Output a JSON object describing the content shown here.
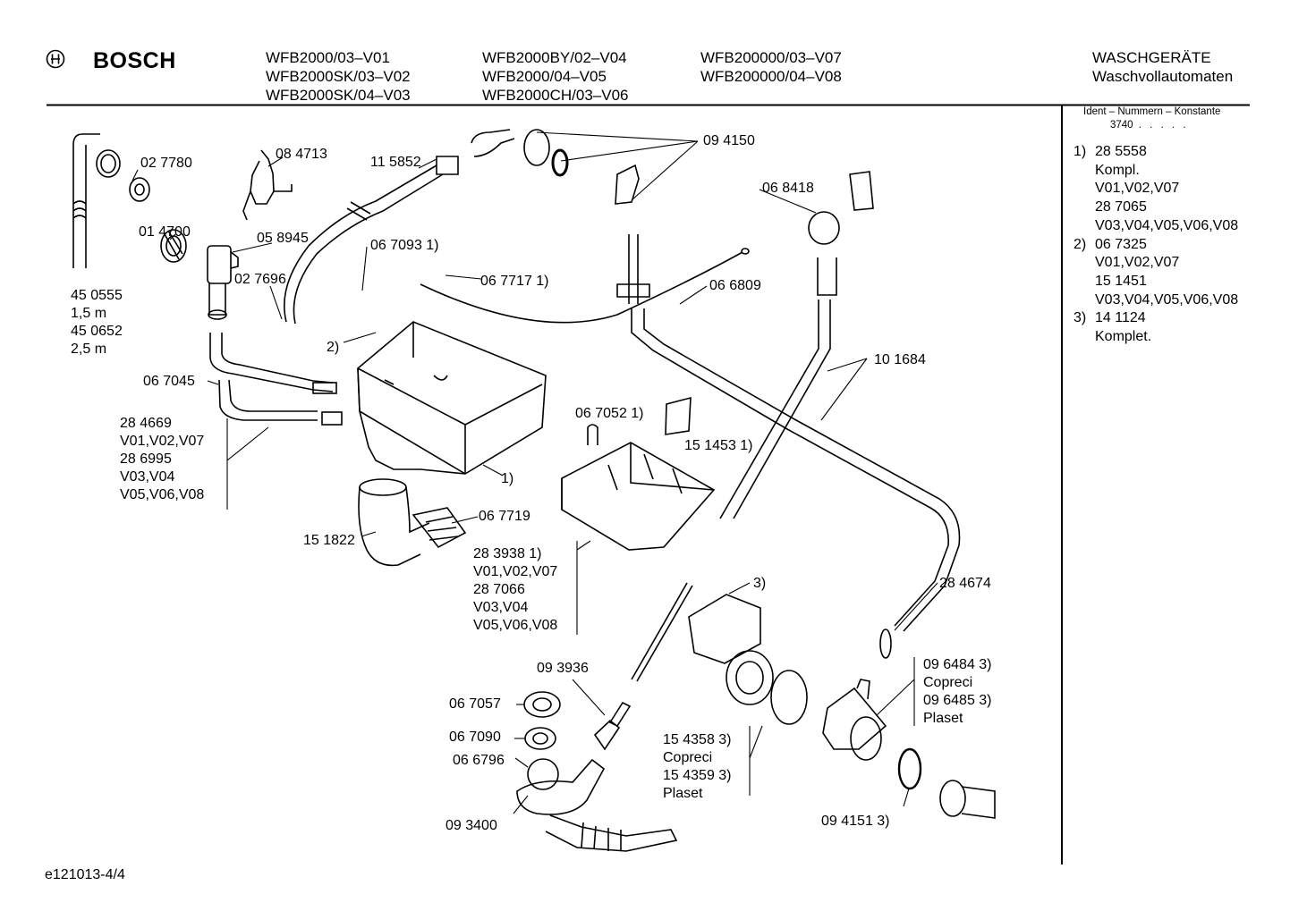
{
  "header": {
    "brand": "BOSCH",
    "models_col1": [
      "WFB2000/03–V01",
      "WFB2000SK/03–V02",
      "WFB2000SK/04–V03"
    ],
    "models_col2": [
      "WFB2000BY/02–V04",
      "WFB2000/04–V05",
      "WFB2000CH/03–V06"
    ],
    "models_col3": [
      "WFB200000/03–V07",
      "WFB200000/04–V08"
    ],
    "category": "WASCHGERÄTE",
    "subcategory": "Waschvollautomaten"
  },
  "sidebar": {
    "title": "Ident – Nummern – Konstante",
    "constant": "3740",
    "notes": [
      {
        "num": "1)",
        "lines": [
          "28 5558",
          "Kompl.",
          "V01,V02,V07",
          "28 7065",
          "V03,V04,V05,V06,V08"
        ]
      },
      {
        "num": "2)",
        "lines": [
          "06 7325",
          "V01,V02,V07",
          "15 1451",
          "V03,V04,V05,V06,V08"
        ]
      },
      {
        "num": "3)",
        "lines": [
          "14 1124",
          "Komplet."
        ]
      }
    ]
  },
  "labels": {
    "p027780": "02 7780",
    "p084713": "08 4713",
    "p115852": "11 5852",
    "p094150": "09 4150",
    "p068418": "06 8418",
    "p014700": "01 4700",
    "p058945": "05 8945",
    "p067093": "06 7093 1)",
    "p027696": "02 7696",
    "p067717": "06 7717 1)",
    "p066809": "06 6809",
    "p450555": [
      "45 0555",
      "1,5 m",
      "45 0652",
      "2,5 m"
    ],
    "note2": "2)",
    "p101684": "10 1684",
    "p067045": "06 7045",
    "p284669": [
      "28 4669",
      "V01,V02,V07",
      "28 6995",
      "V03,V04",
      "V05,V06,V08"
    ],
    "p067052": "06 7052 1)",
    "p151453": "15 1453 1)",
    "note1": "1)",
    "p067719": "06 7719",
    "p151822": "15 1822",
    "p283938": [
      "28 3938 1)",
      "V01,V02,V07",
      "28 7066",
      "V03,V04",
      "V05,V06,V08"
    ],
    "note3": "3)",
    "p284674": "28 4674",
    "p093936": "09 3936",
    "p096484": [
      "09 6484 3)",
      "Copreci",
      "09 6485 3)",
      "Plaset"
    ],
    "p067057": "06 7057",
    "p067090": "06 7090",
    "p066796": "06 6796",
    "p154358": [
      "15 4358 3)",
      "Copreci",
      "15 4359 3)",
      "Plaset"
    ],
    "p093400": "09 3400",
    "p094151": "09 4151 3)"
  },
  "footer": {
    "code": "e121013-4/4"
  }
}
